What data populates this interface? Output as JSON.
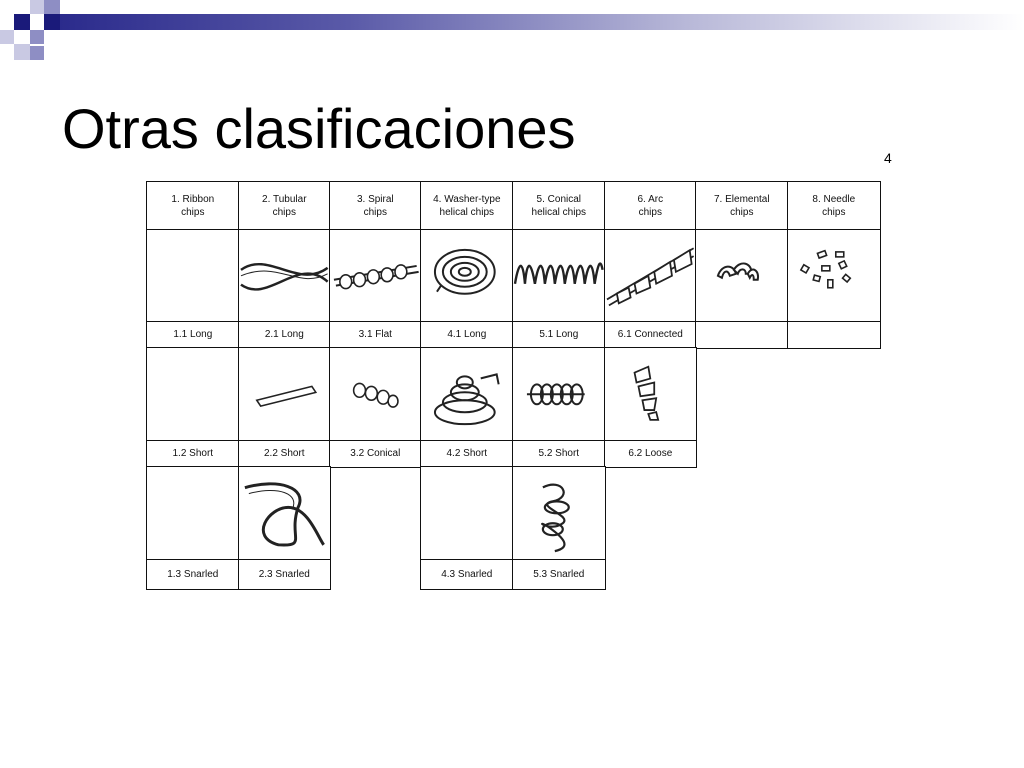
{
  "slide": {
    "title": "Otras clasificaciones",
    "page_number": "4",
    "accent_colors": [
      "#1a1a7a",
      "#8e8ec4",
      "#c9c9e3"
    ]
  },
  "table": {
    "headers": [
      "1. Ribbon\nchips",
      "2. Tubular\nchips",
      "3. Spiral\nchips",
      "4. Washer-type\nhelical chips",
      "5. Conical\nhelical chips",
      "6. Arc\nchips",
      "7. Elemental\nchips",
      "8. Needle\nchips"
    ],
    "rows": [
      [
        "1.1 Long",
        "2.1 Long",
        "3.1 Flat",
        "4.1 Long",
        "5.1 Long",
        "6.1 Connected",
        "",
        ""
      ],
      [
        "1.2 Short",
        "2.2 Short",
        "3.2 Conical",
        "4.2 Short",
        "5.2 Short",
        "6.2 Loose"
      ],
      [
        "1.3 Snarled",
        "2.3 Snarled",
        "",
        "4.3 Snarled",
        "5.3 Snarled"
      ]
    ]
  }
}
